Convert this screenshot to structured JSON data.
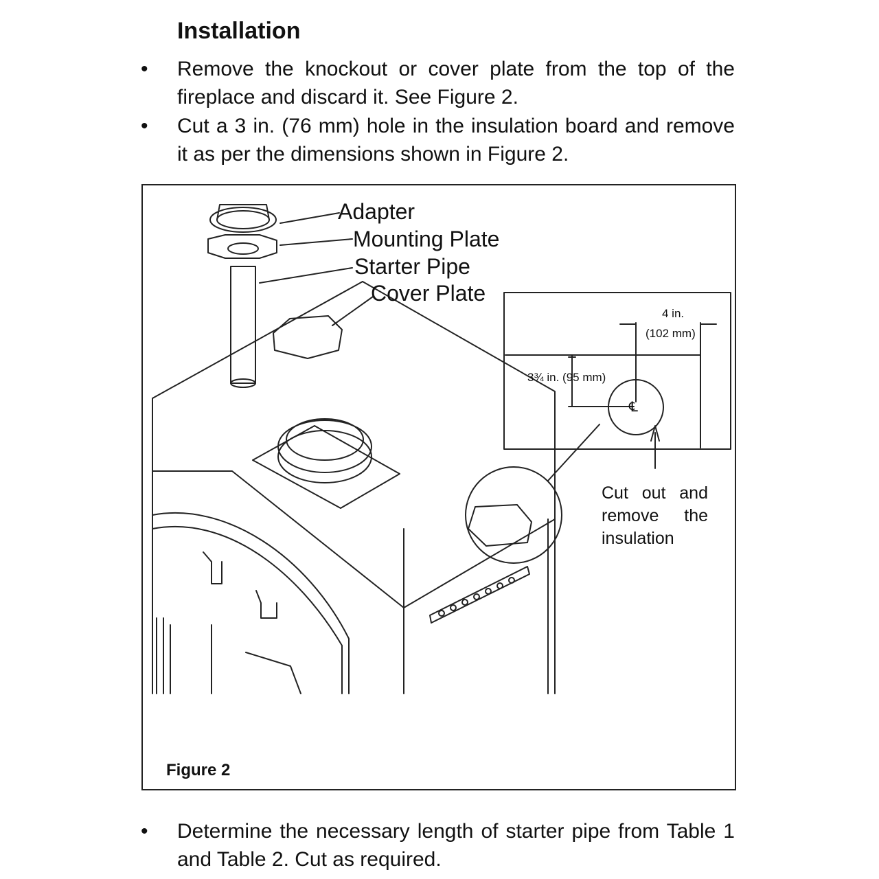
{
  "section": {
    "heading": "Installation"
  },
  "bullets": [
    {
      "marker": "•",
      "text": "Remove the knockout or cover plate from the top of the fireplace and discard it. See Figure 2."
    },
    {
      "marker": "•",
      "text": "Cut a 3 in. (76 mm) hole in the insulation board and remove it as per the dimensions shown in Figure 2."
    },
    {
      "marker": "•",
      "text": "Determine the necessary length of starter pipe from Table 1 and Table 2.  Cut as required."
    }
  ],
  "figure": {
    "caption": "Figure 2",
    "callouts": {
      "adapter": "Adapter",
      "mounting_plate": "Mounting Plate",
      "starter_pipe": "Starter Pipe",
      "cover_plate": "Cover Plate"
    },
    "detail": {
      "dim_horizontal_line1": "4 in.",
      "dim_horizontal_line2": "(102 mm)",
      "dim_vertical": "3¾ in. (95 mm)",
      "centerline_symbol": "℄",
      "note": "Cut out and remove the insulation"
    }
  }
}
